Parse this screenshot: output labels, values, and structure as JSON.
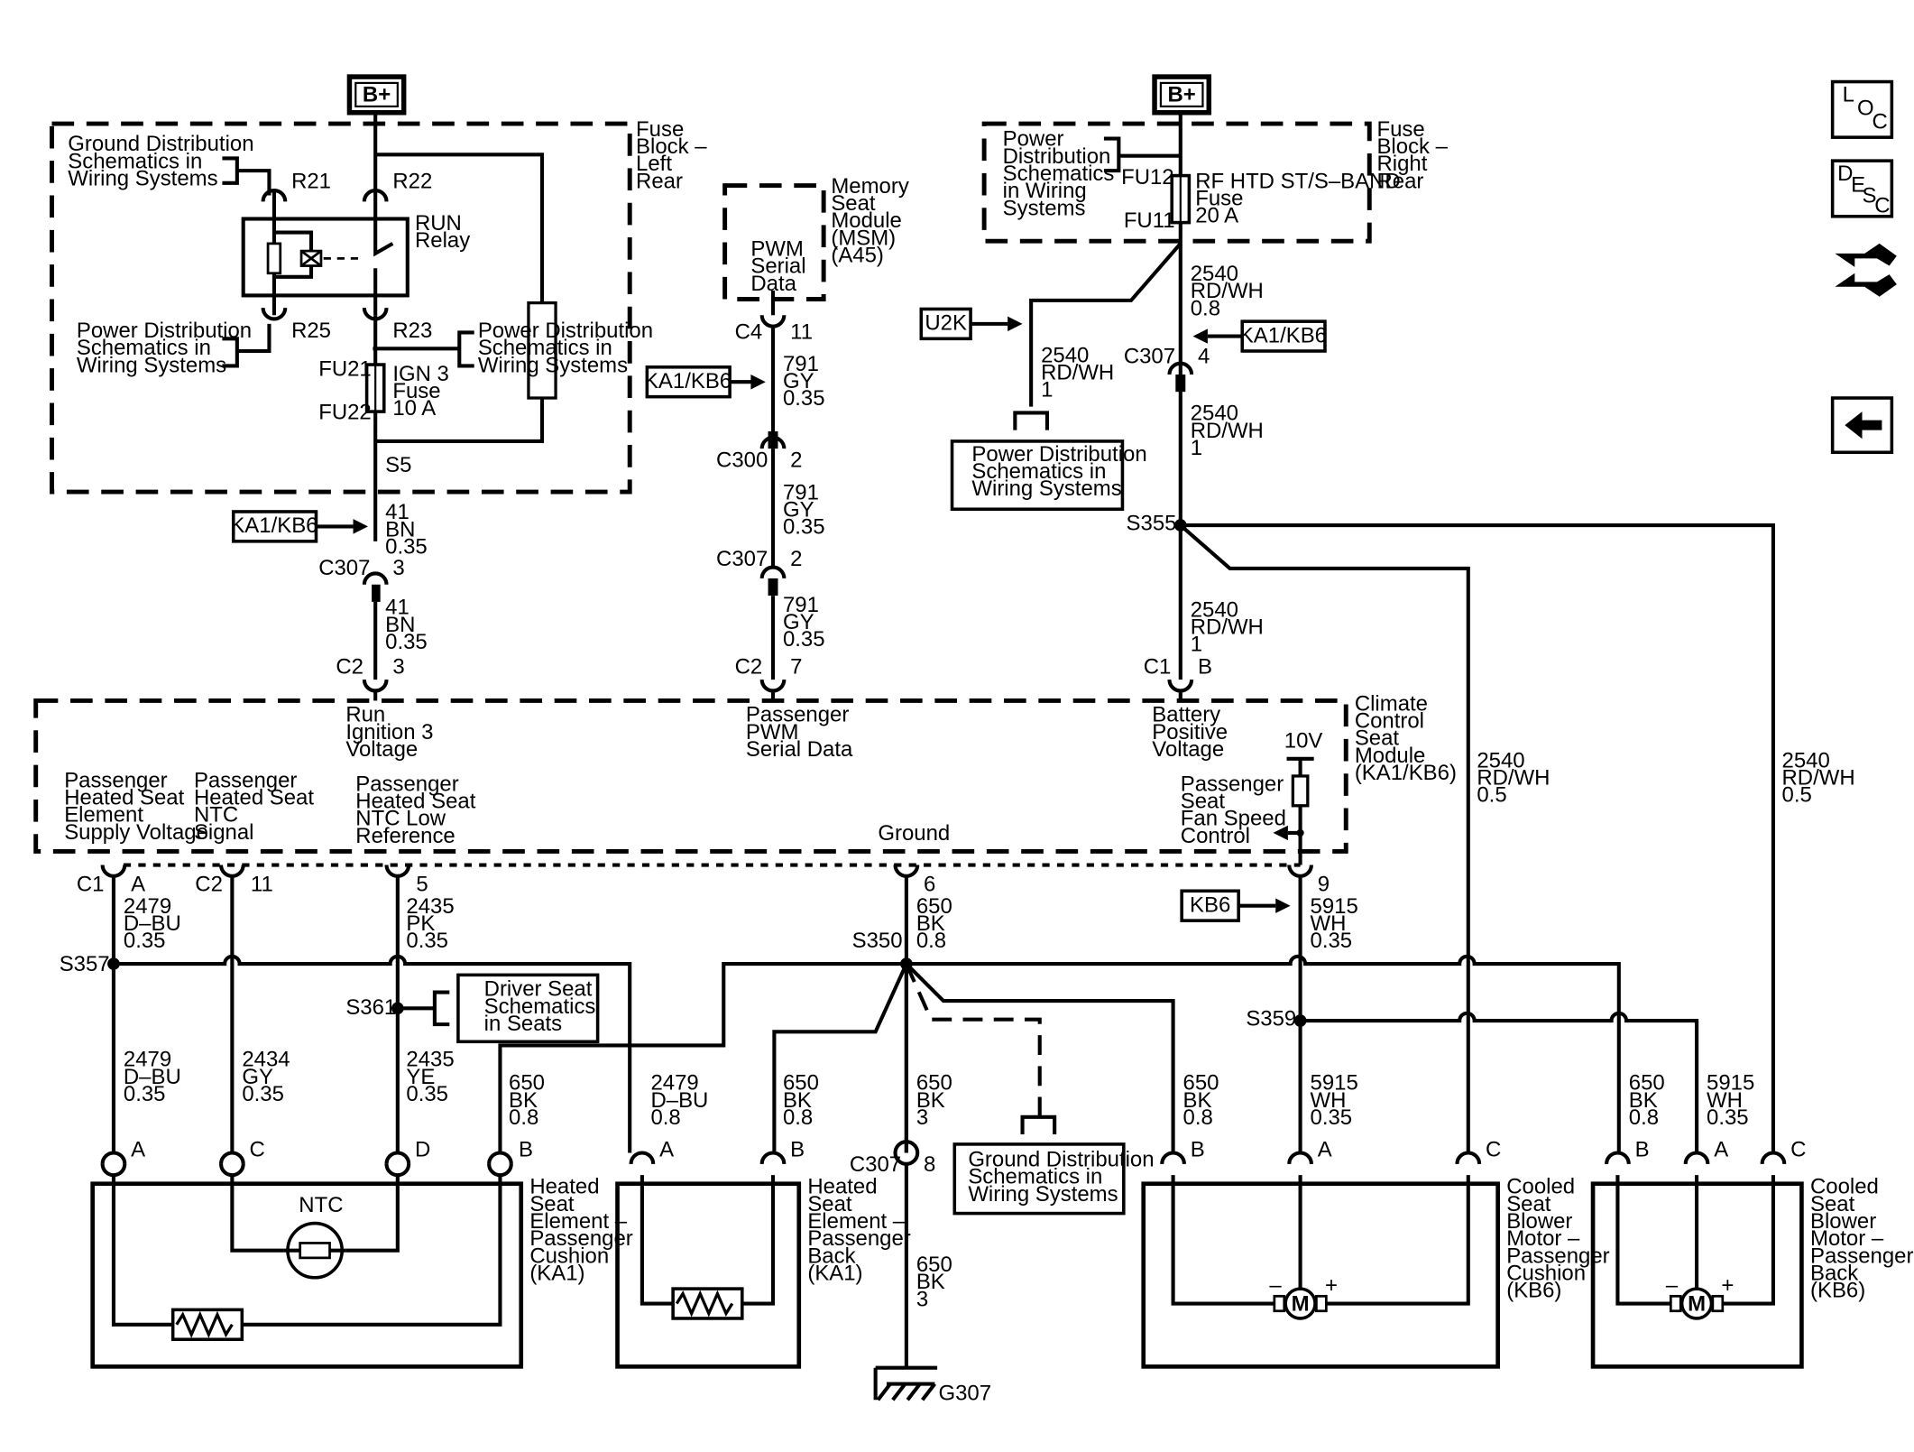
{
  "power": {
    "bplus_left": "B+",
    "bplus_right": "B+"
  },
  "fuse_block_left": {
    "label": [
      "Fuse",
      "Block –",
      "Left",
      "Rear"
    ],
    "gnd_dist": [
      "Ground Distribution",
      "Schematics in",
      "Wiring Systems"
    ],
    "pwr_dist1": [
      "Power Distribution",
      "Schematics in",
      "Wiring Systems"
    ],
    "pwr_dist2": [
      "Power Distribution",
      "Schematics in",
      "Wiring Systems"
    ],
    "relay": [
      "RUN",
      "Relay"
    ],
    "fuse": [
      "IGN 3",
      "Fuse",
      "10 A"
    ],
    "pins": {
      "r21": "R21",
      "r22": "R22",
      "r25": "R25",
      "r23": "R23",
      "fu21": "FU21",
      "fu22": "FU22",
      "s5": "S5"
    }
  },
  "fuse_block_right": {
    "label": [
      "Fuse",
      "Block –",
      "Right",
      "Rear"
    ],
    "pwr_dist": [
      "Power",
      "Distribution",
      "Schematics",
      "in Wiring",
      "Systems"
    ],
    "fuse": [
      "RF HTD ST/S–BAND",
      "Fuse",
      "20 A"
    ],
    "pins": {
      "fu12": "FU12",
      "fu11": "FU11"
    }
  },
  "msm": {
    "label": [
      "Memory",
      "Seat",
      "Module",
      "(MSM)",
      "(A45)"
    ],
    "inner": [
      "PWM",
      "Serial",
      "Data"
    ]
  },
  "option_tags": {
    "ka1kb6_a": "KA1/KB6",
    "ka1kb6_b": "KA1/KB6",
    "ka1kb6_c": "KA1/KB6",
    "u2k": "U2K",
    "kb6": "KB6"
  },
  "wires": {
    "w41a": [
      "41",
      "BN",
      "0.35"
    ],
    "w41b": [
      "41",
      "BN",
      "0.35"
    ],
    "w791a": [
      "791",
      "GY",
      "0.35"
    ],
    "w791b": [
      "791",
      "GY",
      "0.35"
    ],
    "w791c": [
      "791",
      "GY",
      "0.35"
    ],
    "w2540a": [
      "2540",
      "RD/WH",
      "0.8"
    ],
    "w2540b": [
      "2540",
      "RD/WH",
      "1"
    ],
    "w2540c": [
      "2540",
      "RD/WH",
      "1"
    ],
    "w2540d": [
      "2540",
      "RD/WH",
      "1"
    ],
    "w2540e": [
      "2540",
      "RD/WH",
      "0.5"
    ],
    "w2540f": [
      "2540",
      "RD/WH",
      "0.5"
    ],
    "w2479a": [
      "2479",
      "D–BU",
      "0.35"
    ],
    "w2479b": [
      "2479",
      "D–BU",
      "0.35"
    ],
    "w2479c": [
      "2479",
      "D–BU",
      "0.8"
    ],
    "w2434": [
      "2434",
      "GY",
      "0.35"
    ],
    "w2435a": [
      "2435",
      "PK",
      "0.35"
    ],
    "w2435b": [
      "2435",
      "YE",
      "0.35"
    ],
    "w650a": [
      "650",
      "BK",
      "0.8"
    ],
    "w650b": [
      "650",
      "BK",
      "0.8"
    ],
    "w650c": [
      "650",
      "BK",
      "0.8"
    ],
    "w650d": [
      "650",
      "BK",
      "3"
    ],
    "w650e": [
      "650",
      "BK",
      "0.8"
    ],
    "w650f": [
      "650",
      "BK",
      "0.8"
    ],
    "w650g": [
      "650",
      "BK",
      "3"
    ],
    "w5915a": [
      "5915",
      "WH",
      "0.35"
    ],
    "w5915b": [
      "5915",
      "WH",
      "0.35"
    ],
    "w5915c": [
      "5915",
      "WH",
      "0.35"
    ]
  },
  "connectors": {
    "c307_41": "C307",
    "c307_41_pin": "3",
    "c2_41": "C2",
    "c2_41_pin": "3",
    "c4": "C4",
    "c4_pin": "11",
    "c300": "C300",
    "c300_pin": "2",
    "c307_791": "C307",
    "c307_791_pin": "2",
    "c2_791": "C2",
    "c2_791_pin": "7",
    "c307_2540": "C307",
    "c307_2540_pin": "4",
    "c1_2540": "C1",
    "c1_2540_pin": "B",
    "c1_a": "C1",
    "c1_a_pin": "A",
    "c2_11": "C2",
    "c2_11_pin": "11",
    "pin5": "5",
    "pin6": "6",
    "pin9": "9",
    "c307_8": "C307",
    "c307_8_pin": "8"
  },
  "splices": {
    "s355": "S355",
    "s357": "S357",
    "s350": "S350",
    "s361": "S361",
    "s359": "S359",
    "g307": "G307"
  },
  "module": {
    "name": [
      "Climate",
      "Control",
      "Seat",
      "Module",
      "(KA1/KB6)"
    ],
    "run_ign": [
      "Run",
      "Ignition 3",
      "Voltage"
    ],
    "pwm": [
      "Passenger",
      "PWM",
      "Serial Data"
    ],
    "batt": [
      "Battery",
      "Positive",
      "Voltage"
    ],
    "heated_supply": [
      "Passenger",
      "Heated Seat",
      "Element",
      "Supply Voltage"
    ],
    "ntc_signal": [
      "Passenger",
      "Heated Seat",
      "NTC",
      "Signal"
    ],
    "ntc_low": [
      "Passenger",
      "Heated Seat",
      "NTC Low",
      "Reference"
    ],
    "ground": "Ground",
    "fan_ctrl": [
      "Passenger",
      "Seat",
      "Fan Speed",
      "Control"
    ],
    "v10": "10V"
  },
  "refs": {
    "pwr_dist_u2k": [
      "Power Distribution",
      "Schematics in",
      "Wiring Systems"
    ],
    "driver_seat": [
      "Driver Seat",
      "Schematics",
      "in Seats"
    ],
    "gnd_dist_bottom": [
      "Ground Distribution",
      "Schematics in",
      "Wiring Systems"
    ]
  },
  "components": {
    "cushion_elem": [
      "Heated",
      "Seat",
      "Element –",
      "Passenger",
      "Cushion",
      "(KA1)"
    ],
    "back_elem": [
      "Heated",
      "Seat",
      "Element –",
      "Passenger",
      "Back",
      "(KA1)"
    ],
    "blower_cushion": [
      "Cooled",
      "Seat",
      "Blower",
      "Motor –",
      "Passenger",
      "Cushion",
      "(KB6)"
    ],
    "blower_back": [
      "Cooled",
      "Seat",
      "Blower",
      "Motor –",
      "Passenger",
      "Back",
      "(KB6)"
    ],
    "ntc": "NTC",
    "pins_cushion": [
      "A",
      "C",
      "D",
      "B"
    ],
    "pins_back": [
      "A",
      "B"
    ],
    "pins_blower1": [
      "B",
      "A",
      "C"
    ],
    "pins_blower2": [
      "B",
      "A",
      "C"
    ],
    "motor": "M",
    "minus": "–",
    "plus": "+"
  },
  "nav": {
    "loc": [
      "L",
      "O",
      "C"
    ],
    "desc": [
      "D",
      "E",
      "S",
      "C"
    ],
    "connector_icon": "connector-icon",
    "back_icon": "back-arrow-icon"
  }
}
